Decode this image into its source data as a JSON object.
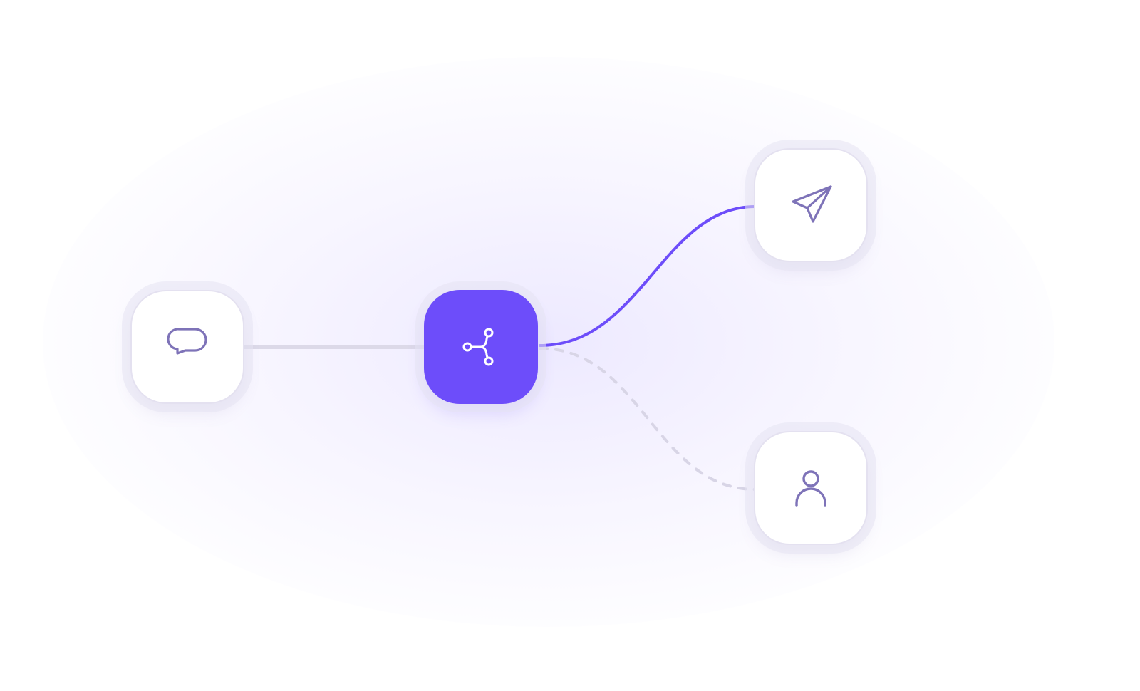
{
  "diagram": {
    "nodes": [
      {
        "id": "chat",
        "icon": "chat-bubble-icon",
        "role": "input"
      },
      {
        "id": "branch",
        "icon": "branch-split-icon",
        "role": "hub"
      },
      {
        "id": "send",
        "icon": "paper-plane-icon",
        "role": "output"
      },
      {
        "id": "user",
        "icon": "user-icon",
        "role": "output"
      }
    ],
    "edges": [
      {
        "from": "chat",
        "to": "branch",
        "style": "solid-muted"
      },
      {
        "from": "branch",
        "to": "send",
        "style": "solid-accent"
      },
      {
        "from": "branch",
        "to": "user",
        "style": "dashed-muted"
      }
    ]
  },
  "colors": {
    "accent": "#6d4dfa",
    "icon_stroke": "#7e73b8",
    "muted_line": "#dcd9e8",
    "dashed_line": "#d8d5e6",
    "node_border": "#e4e1f0"
  }
}
